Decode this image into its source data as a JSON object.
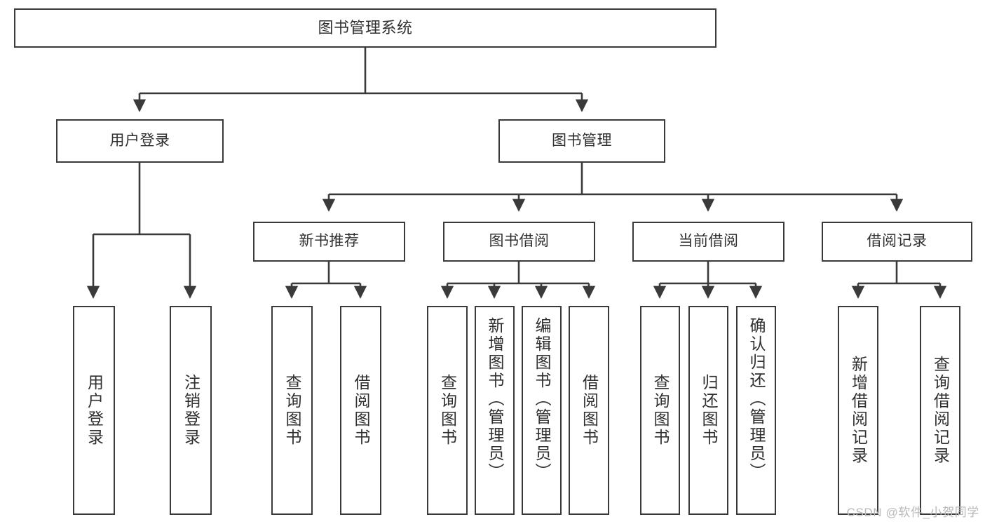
{
  "diagram": {
    "title": "图书管理系统",
    "type": "tree-hierarchy",
    "watermark": "CSDN @软件_小贺同学",
    "colors": {
      "stroke": "#3a3a3a",
      "fill": "#ffffff",
      "text": "#2f2f2f",
      "watermark": "#b9b9b9"
    },
    "nodes": {
      "root": {
        "label": "图书管理系统"
      },
      "level1": [
        {
          "label": "用户登录"
        },
        {
          "label": "图书管理"
        }
      ],
      "level2": [
        {
          "label": "新书推荐"
        },
        {
          "label": "图书借阅"
        },
        {
          "label": "当前借阅"
        },
        {
          "label": "借阅记录"
        }
      ],
      "leaves": {
        "user_login": [
          {
            "label": "用户登录"
          },
          {
            "label": "注销登录"
          }
        ],
        "new_book_recommend": [
          {
            "label": "查询图书"
          },
          {
            "label": "借阅图书"
          }
        ],
        "book_borrow": [
          {
            "label": "查询图书"
          },
          {
            "label": "新增图书（管理员）"
          },
          {
            "label": "编辑图书（管理员）"
          },
          {
            "label": "借阅图书"
          }
        ],
        "current_borrow": [
          {
            "label": "查询图书"
          },
          {
            "label": "归还图书"
          },
          {
            "label": "确认归还（管理员）"
          }
        ],
        "borrow_record": [
          {
            "label": "新增借阅记录"
          },
          {
            "label": "查询借阅记录"
          }
        ]
      }
    }
  }
}
